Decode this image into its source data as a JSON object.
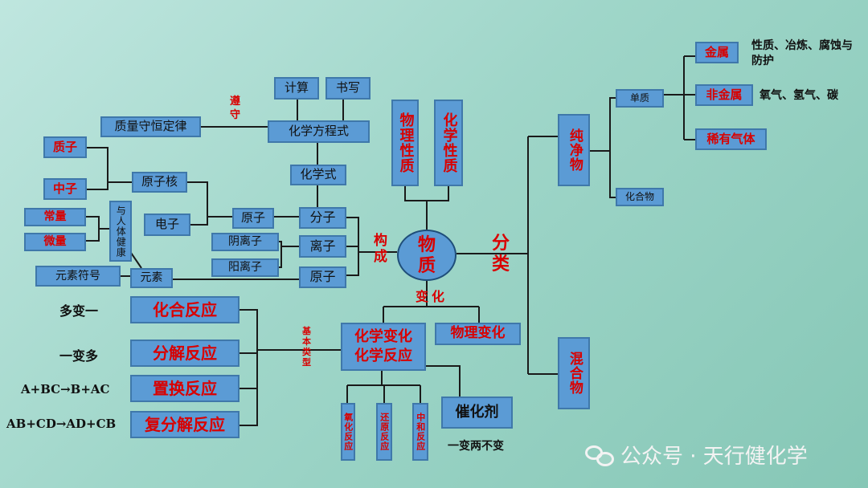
{
  "center": "物质",
  "composition_label": "构成",
  "classify_label": "分类",
  "change_label": "变化",
  "follow_label": "遵守",
  "basic_types_label": "基本类型",
  "properties": {
    "physical": "物理性质",
    "chemical": "化学性质"
  },
  "equation_branch": {
    "calc": "计算",
    "write": "书写",
    "equation": "化学方程式",
    "mass_law": "质量守恒定律",
    "formula": "化学式"
  },
  "particles": {
    "proton": "质子",
    "neutron": "中子",
    "nucleus": "原子核",
    "electron": "电子",
    "atom_small": "原子",
    "molecule": "分子",
    "ion": "离子",
    "atom": "原子",
    "anion": "阴离子",
    "cation": "阳离子",
    "major": "常量",
    "trace": "微量",
    "health": "与人体健康",
    "element_symbol": "元素符号",
    "element": "元素"
  },
  "classification": {
    "pure": "纯净物",
    "mixture": "混合物",
    "simple": "单质",
    "compound": "化合物",
    "metal": "金属",
    "nonmetal": "非金属",
    "noble_gas": "稀有气体",
    "metal_note": "性质、冶炼、腐蚀与防护",
    "nonmetal_note": "氧气、氢气、碳"
  },
  "changes": {
    "chemical": "化学变化化学反应",
    "physical": "物理变化",
    "catalyst": "催化剂",
    "catalyst_note": "一变两不变",
    "oxidation": "氧化反应",
    "reduction": "还原反应",
    "neutralization": "中和反应"
  },
  "reactions": [
    {
      "name": "化合反应",
      "note": "多变一"
    },
    {
      "name": "分解反应",
      "note": "一变多"
    },
    {
      "name": "置换反应",
      "note": "A+BC→B+AC"
    },
    {
      "name": "复分解反应",
      "note": "AB+CD→AD+CB"
    }
  ],
  "watermark": "公众号 · 天行健化学",
  "colors": {
    "box": "#5b9bd5",
    "text_red": "#d90000",
    "line": "#1a1a1a"
  }
}
